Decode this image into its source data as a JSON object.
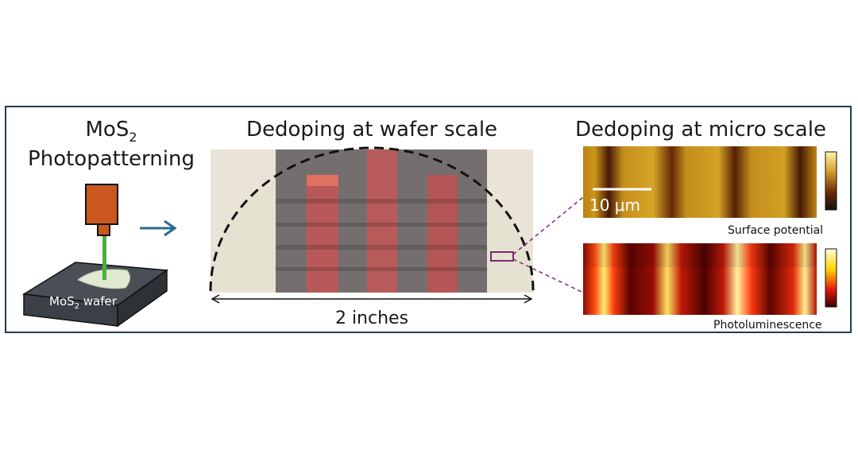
{
  "left_panel": {
    "title_prefix": "MoS",
    "title_sub": "2",
    "title_line2": "Photopatterning",
    "wafer_label_prefix": "MoS",
    "wafer_label_sub": "2",
    "wafer_label_suffix": " wafer"
  },
  "center_panel": {
    "title": "Dedoping at wafer scale",
    "dimension_label": "2 inches"
  },
  "right_panel": {
    "title": "Dedoping at micro scale",
    "scale_bar_label": "10 μm",
    "top_map_label": "Surface potential",
    "bottom_map_label": "Photoluminescence"
  },
  "colors": {
    "frame": "#1f3d4d",
    "arrow": "#2a6a8f",
    "laser_beam": "#4caf3a",
    "laser_body": "#c9571f",
    "callout": "#7a2a78"
  }
}
